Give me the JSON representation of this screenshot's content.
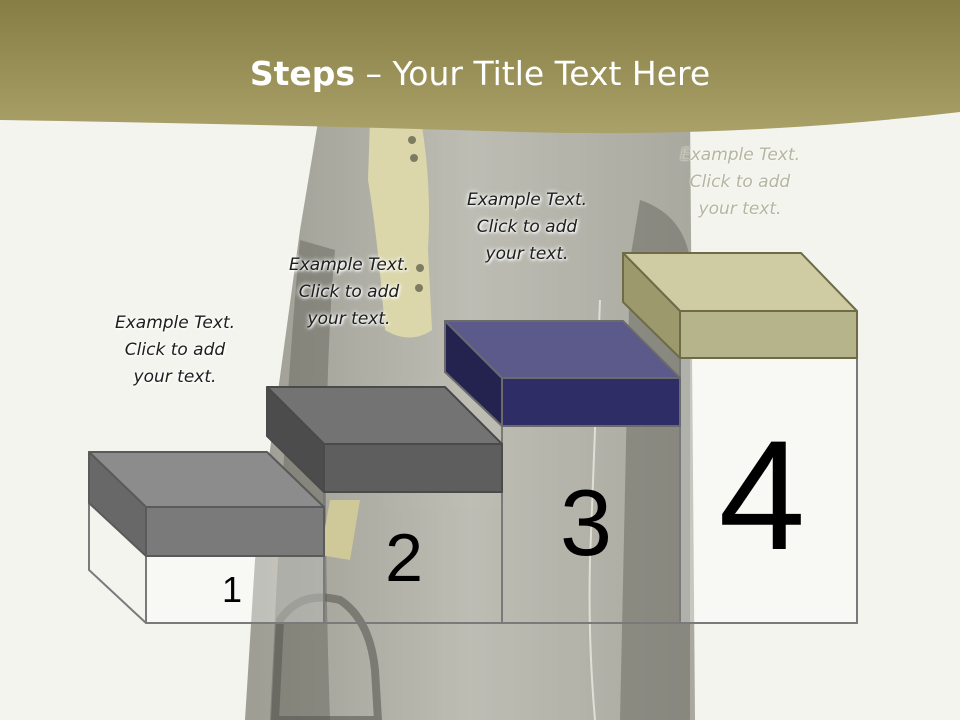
{
  "slide": {
    "title_bold": "Steps",
    "title_rest": " – Your Title Text Here"
  },
  "steps": [
    {
      "number": "1",
      "text_line1": "Example Text.",
      "text_line2": "Click  to add",
      "text_line3": "your text."
    },
    {
      "number": "2",
      "text_line1": "Example Text.",
      "text_line2": "Click  to add",
      "text_line3": "your text."
    },
    {
      "number": "3",
      "text_line1": "Example Text.",
      "text_line2": "Click  to add",
      "text_line3": "your text."
    },
    {
      "number": "4",
      "text_line1": "Example Text.",
      "text_line2": "Click  to add",
      "text_line3": "your text."
    }
  ],
  "colors": {
    "header_band": "#9b9258",
    "step1": "#7a7a7a",
    "step2": "#5e5e5e",
    "step3": "#2e2d66",
    "step4": "#b6b48a",
    "background": "#f4f4ee"
  }
}
